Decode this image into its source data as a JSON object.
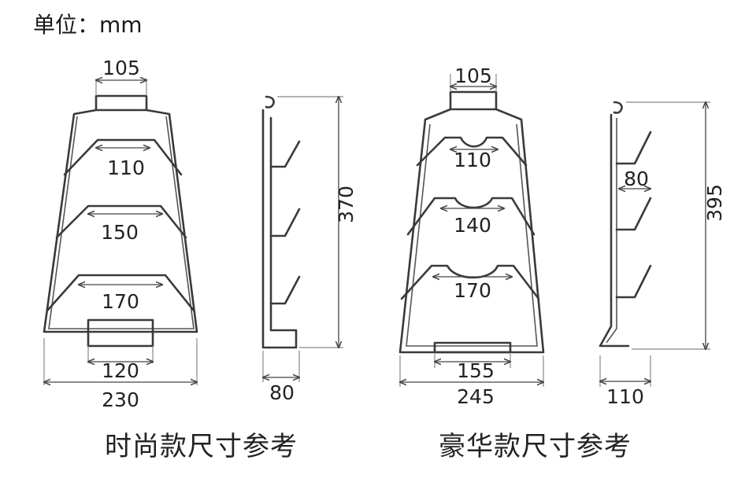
{
  "unit_label": "单位：mm",
  "left": {
    "caption": "时尚款尺寸参考",
    "front": {
      "top_width": "105",
      "tier1": "110",
      "tier2": "150",
      "tier3": "170",
      "base_slot": "120",
      "overall_width": "230"
    },
    "side": {
      "height": "370",
      "depth": "80"
    }
  },
  "right": {
    "caption": "豪华款尺寸参考",
    "front": {
      "top_width": "105",
      "tier1": "110",
      "tier2": "140",
      "tier3": "170",
      "base_slot": "155",
      "overall_width": "245"
    },
    "side": {
      "height": "395",
      "hook_depth": "80",
      "depth": "110"
    }
  }
}
